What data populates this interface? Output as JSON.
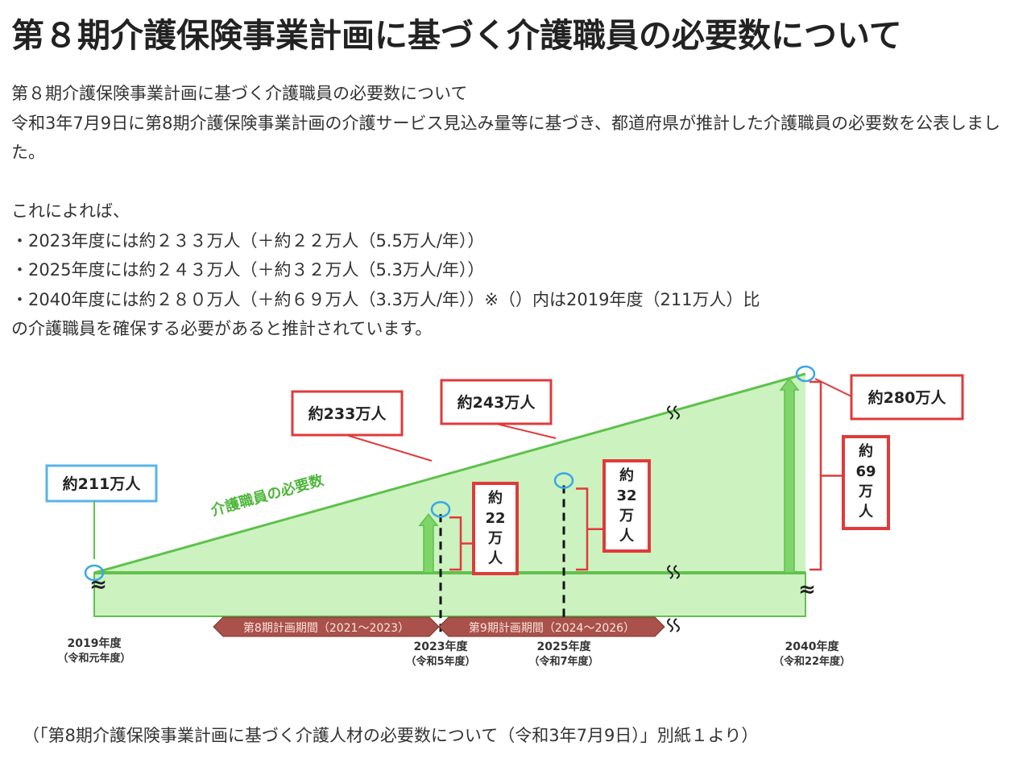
{
  "page": {
    "title": "第８期介護保険事業計画に基づく介護職員の必要数について",
    "paragraphs": [
      "第８期介護保険事業計画に基づく介護職員の必要数について",
      "令和3年7月9日に第8期介護保険事業計画の介護サービス見込み量等に基づき、都道府県が推計した介護職員の必要数を公表しました。",
      "",
      "これによれば、",
      "・2023年度には約２３３万人（＋約２２万人（5.5万人/年））",
      "・2025年度には約２４３万人（＋約３２万人（5.3万人/年））",
      "・2040年度には約２８０万人（＋約６９万人（3.3万人/年））※（）内は2019年度（211万人）比",
      "の介護職員を確保する必要があると推計されています。"
    ],
    "caption": "（「第8期介護保険事業計画に基づく介護人材の必要数について（令和3年7月9日）」別紙１より）"
  },
  "chart_data": {
    "type": "area",
    "title": "",
    "series": [
      {
        "name": "介護職員の必要数",
        "x": [
          2019,
          2023,
          2025,
          2040
        ],
        "values": [
          211,
          233,
          243,
          280
        ],
        "unit": "万人"
      }
    ],
    "x_tick_labels": [
      {
        "year": 2019,
        "line1": "2019年度",
        "line2": "（令和元年度）"
      },
      {
        "year": 2023,
        "line1": "2023年度",
        "line2": "（令和5年度）"
      },
      {
        "year": 2025,
        "line1": "2025年度",
        "line2": "（令和7年度）"
      },
      {
        "year": 2040,
        "line1": "2040年度",
        "line2": "（令和22年度）"
      }
    ],
    "value_labels": [
      "約211万人",
      "約233万人",
      "約243万人",
      "約280万人"
    ],
    "increase_labels": [
      {
        "year": 2023,
        "lines": [
          "約",
          "22",
          "万",
          "人"
        ]
      },
      {
        "year": 2025,
        "lines": [
          "約",
          "32",
          "万",
          "人"
        ]
      },
      {
        "year": 2040,
        "lines": [
          "約",
          "69",
          "万",
          "人"
        ]
      }
    ],
    "periods": [
      {
        "label": "第8期計画期間（2021～2023）",
        "start": 2021,
        "end": 2023
      },
      {
        "label": "第9期計画期間（2024～2026）",
        "start": 2024,
        "end": 2026
      }
    ],
    "line_label": "介護職員の必要数",
    "break_marks": [
      "≈",
      "≈"
    ],
    "axis_break": true,
    "colors": {
      "area_fill": "#ccf2c0",
      "line": "#5dc24a",
      "baseline": "#62c04e",
      "marker": "#3aa7e6",
      "box_red": "#e03a3a",
      "box_blue": "#58b4e8",
      "label_text": "#222222",
      "period_arrow": "#a9514a",
      "increase_arrow": "#7fd56a"
    }
  }
}
